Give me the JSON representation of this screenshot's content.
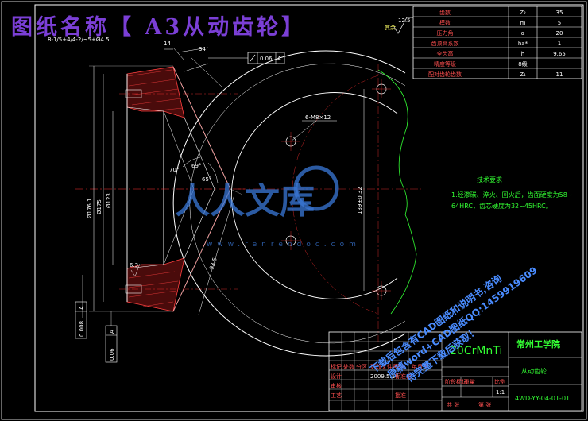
{
  "title": "图纸名称【 A3从动齿轮】",
  "params": [
    {
      "name": "齿数",
      "sym": "Z₂",
      "val": "35"
    },
    {
      "name": "模数",
      "sym": "m",
      "val": "5"
    },
    {
      "name": "压力角",
      "sym": "α",
      "val": "20"
    },
    {
      "name": "齿顶高系数",
      "sym": "ha*",
      "val": "1"
    },
    {
      "name": "全齿高",
      "sym": "h",
      "val": "9.65"
    },
    {
      "name": "精度等级",
      "sym": "",
      "val": "8级"
    },
    {
      "name": "配对齿轮齿数",
      "sym": "Z₁",
      "val": "11"
    }
  ],
  "dims": {
    "d_14": "14",
    "d_34": "34",
    "d_176": "Ø176.1",
    "d_175": "Ø175",
    "d_123": "Ø123",
    "a70": "70°",
    "a69": "69°",
    "a65": "65°",
    "d_935": "93.5",
    "d_63": "6.3",
    "tol_box": "0.06",
    "tol_ref": "A",
    "holes": "6-M8×12",
    "d_139": "139±0.32",
    "a_box_val": "0.06",
    "b_box_val": "0.008",
    "rough": "12.5",
    "rough_note": "其余",
    "code_top": "8-1/5+4/4-2/~5+Ø4.5",
    "ref_a": "A",
    "ref_b": "A"
  },
  "tech": {
    "heading": "技术要求",
    "line1": "1.经渗碳、淬火、回火后，齿面硬度为58~",
    "line2": "64HRC，齿芯硬度为32~45HRC。"
  },
  "title_block": {
    "material": "20CrMnTi",
    "school": "常州工学院",
    "part": "从动齿轮",
    "code": "4WD-YY-04-01-01",
    "scale": "1:1",
    "h1": "标记",
    "h2": "处数",
    "h3": "分区",
    "h4": "更改文件号",
    "h5": "签名",
    "h6": "年月日",
    "h7": "设计",
    "h8": "标准化",
    "h9": "审核",
    "h10": "工艺",
    "h11": "批准",
    "h12": "阶段标记",
    "h13": "重量",
    "h14": "比例",
    "h15": "共 张",
    "h16": "第 张",
    "date": "2009.5.14"
  },
  "watermark": {
    "w1": "人人文库",
    "url": "www.renrendoc.com"
  },
  "stamp": {
    "l1": "下载后包含有CAD图纸和说明书,咨询",
    "l2": "原稿word+CAD图纸QQ:1459919609",
    "l3": "待完整下载后获取！"
  }
}
